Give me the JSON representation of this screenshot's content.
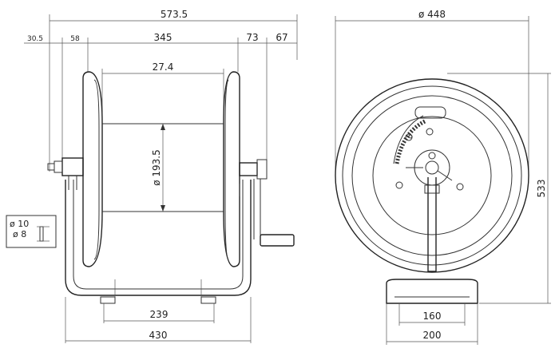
{
  "side_view": {
    "dims": {
      "overall_width": "573.5",
      "offset_left": "30.5",
      "offset_hub": "58",
      "drum_width": "345",
      "right_gap": "73",
      "handle_ext": "67",
      "inner_flange": "27.4",
      "drum_dia": "ø 193.5",
      "foot_spacing": "239",
      "base_width": "430"
    },
    "inlet_detail": {
      "outer_dia": "ø 10",
      "inner_dia": "ø 8"
    }
  },
  "front_view": {
    "dims": {
      "disc_dia": "ø 448",
      "height": "533",
      "foot_inner": "160",
      "foot_outer": "200"
    }
  }
}
